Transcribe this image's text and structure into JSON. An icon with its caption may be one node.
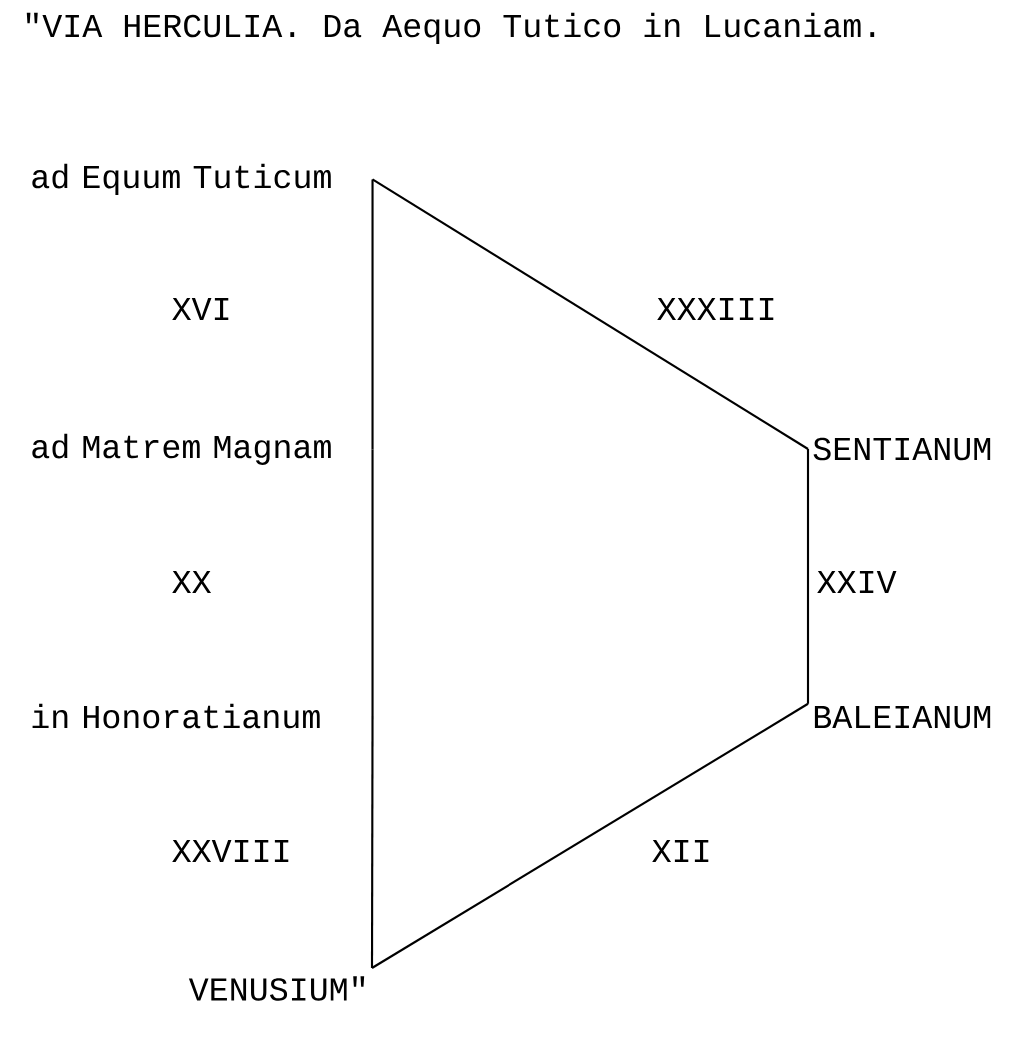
{
  "diagram": {
    "title": "\"VIA HERCULIA. Da Aequo Tutico in Lucaniam.",
    "nodes": [
      {
        "text": [
          "ad Equum Tuticum"
        ]
      },
      {
        "text": [
          "ad Matrem Magnam"
        ]
      },
      {
        "text": [
          "SENTIANUM"
        ]
      },
      {
        "text": [
          "in Honoratianum"
        ]
      },
      {
        "text": [
          "BALEIANUM"
        ]
      },
      {
        "text": [
          "VENUSIUM\""
        ]
      }
    ],
    "edges": [
      {
        "from": 0,
        "to": 1,
        "arrow": "none",
        "label": "XVI"
      },
      {
        "from": 1,
        "to": 3,
        "arrow": "none",
        "label": "XX"
      },
      {
        "from": 3,
        "to": 5,
        "arrow": "none",
        "label": "XXVIII"
      },
      {
        "from": 0,
        "to": 2,
        "arrow": "none",
        "label": "XXXIII"
      },
      {
        "from": 2,
        "to": 4,
        "arrow": "none",
        "label": "XXIV"
      },
      {
        "from": 4,
        "to": 5,
        "arrow": "none",
        "label": "XII"
      }
    ]
  }
}
